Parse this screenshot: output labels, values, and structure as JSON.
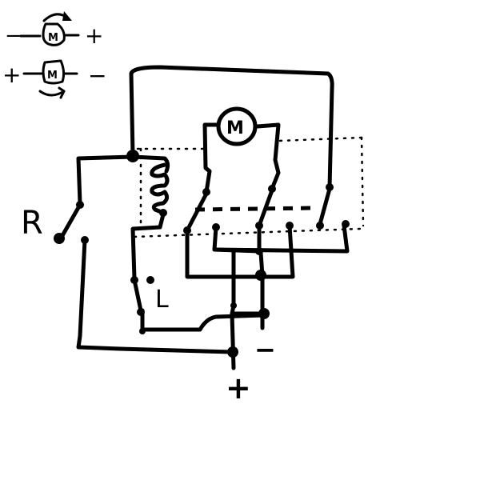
{
  "legend": {
    "row1": {
      "left_sign": "−",
      "motor": "M",
      "right_sign": "+"
    },
    "row2": {
      "left_sign": "+",
      "motor": "M",
      "right_sign": "−"
    }
  },
  "circuit": {
    "motor": "M",
    "relay": "R",
    "limit": "L",
    "supply_negative": "−",
    "supply_positive": "+"
  }
}
